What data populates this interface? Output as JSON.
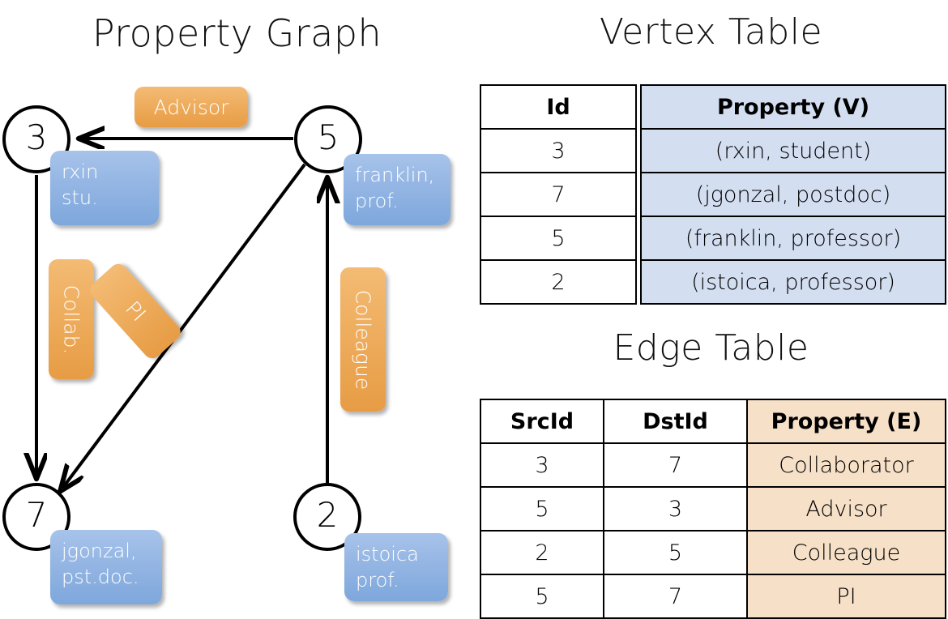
{
  "titles": {
    "property_graph": "Property Graph",
    "vertex_table": "Vertex Table",
    "edge_table": "Edge Table"
  },
  "graph": {
    "vertices": [
      {
        "id": "3",
        "property_line1": "rxin",
        "property_line2": "stu."
      },
      {
        "id": "5",
        "property_line1": "franklin,",
        "property_line2": "prof."
      },
      {
        "id": "7",
        "property_line1": "jgonzal,",
        "property_line2": "pst.doc."
      },
      {
        "id": "2",
        "property_line1": "istoica",
        "property_line2": "prof."
      }
    ],
    "edge_labels": [
      {
        "name": "advisor",
        "label": "Advisor"
      },
      {
        "name": "collab",
        "label": "Collab."
      },
      {
        "name": "pi",
        "label": "PI"
      },
      {
        "name": "colleague",
        "label": "Colleague"
      }
    ]
  },
  "vertex_table": {
    "headers": [
      "Id",
      "Property (V)"
    ],
    "rows": [
      {
        "id": "3",
        "property": "(rxin, student)"
      },
      {
        "id": "7",
        "property": "(jgonzal, postdoc)"
      },
      {
        "id": "5",
        "property": "(franklin, professor)"
      },
      {
        "id": "2",
        "property": "(istoica, professor)"
      }
    ]
  },
  "edge_table": {
    "headers": [
      "SrcId",
      "DstId",
      "Property (E)"
    ],
    "rows": [
      {
        "src": "3",
        "dst": "7",
        "property": "Collaborator"
      },
      {
        "src": "5",
        "dst": "3",
        "property": "Advisor"
      },
      {
        "src": "2",
        "dst": "5",
        "property": "Colleague"
      },
      {
        "src": "5",
        "dst": "7",
        "property": "PI"
      }
    ]
  },
  "colors": {
    "vertex_property_box": "#96b7e4",
    "edge_label_box": "#eead5e",
    "vertex_table_fill": "#d3def1",
    "edge_table_fill": "#f6e0c8",
    "stroke": "#000000",
    "background": "#ffffff"
  }
}
